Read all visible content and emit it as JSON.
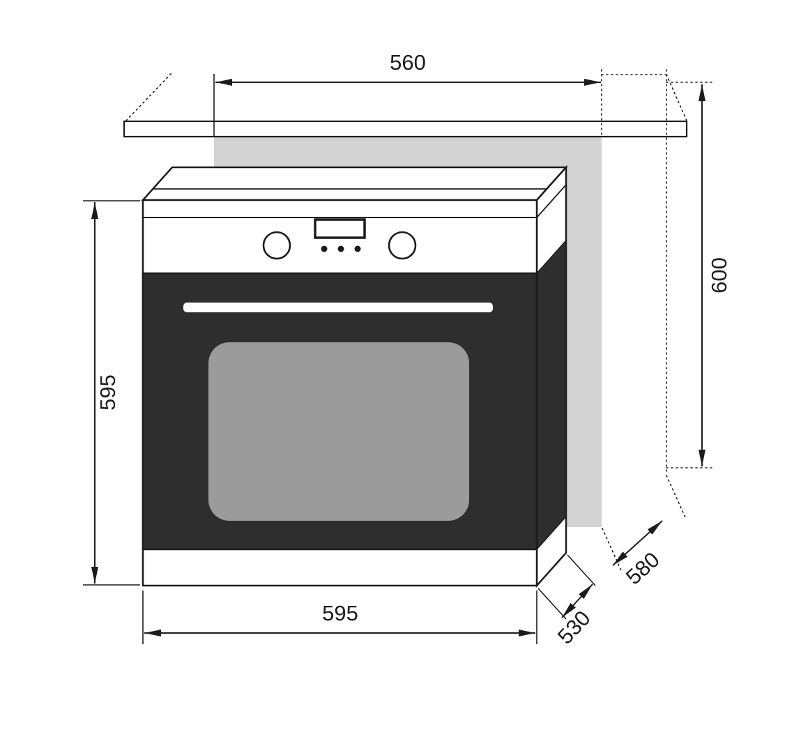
{
  "diagram": {
    "dimensions": {
      "niche_width": "560",
      "niche_height": "600",
      "oven_height": "595",
      "oven_width": "595",
      "oven_depth": "530",
      "niche_depth": "580"
    },
    "colors": {
      "line": "#1c1c1c",
      "niche_fill": "#d3d3d3",
      "door_fill": "#2e2e2e",
      "window_fill": "#9b9b9b",
      "panel_fill": "#ffffff",
      "background": "#ffffff"
    }
  }
}
